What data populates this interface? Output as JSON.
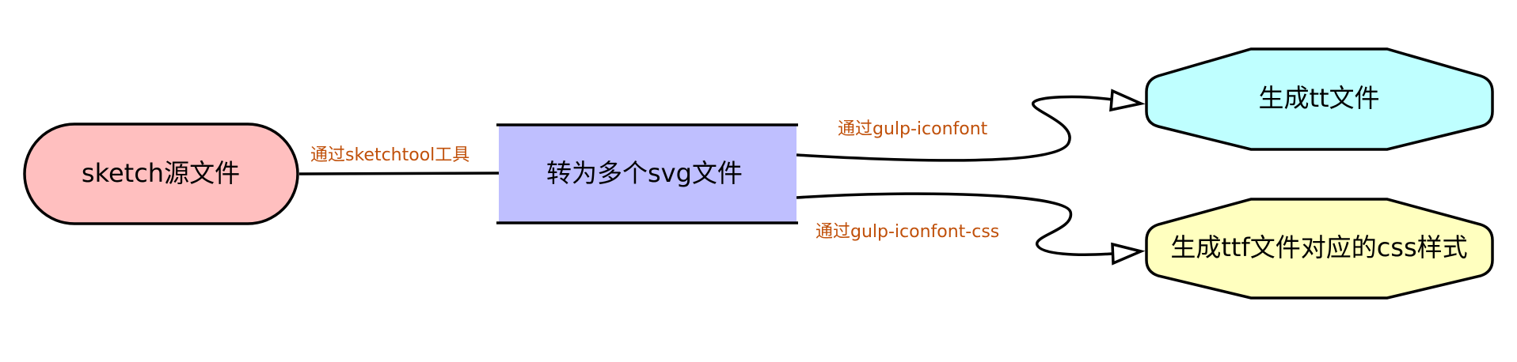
{
  "colors": {
    "source_fill": "#ffbfbf",
    "process_fill": "#bfbfff",
    "ttf_fill": "#bfffff",
    "css_fill": "#ffffbf",
    "stroke": "#000000",
    "edge_label": "#c0500a"
  },
  "nodes": {
    "source": {
      "label": "sketch源文件"
    },
    "process": {
      "label": "转为多个svg文件"
    },
    "ttf": {
      "label": "生成tt文件"
    },
    "css": {
      "label": "生成ttf文件对应的css样式"
    }
  },
  "edges": {
    "source_to_process": {
      "label": "通过sketchtool工具"
    },
    "process_to_ttf": {
      "label": "通过gulp-iconfont"
    },
    "process_to_css": {
      "label": "通过gulp-iconfont-css"
    }
  }
}
